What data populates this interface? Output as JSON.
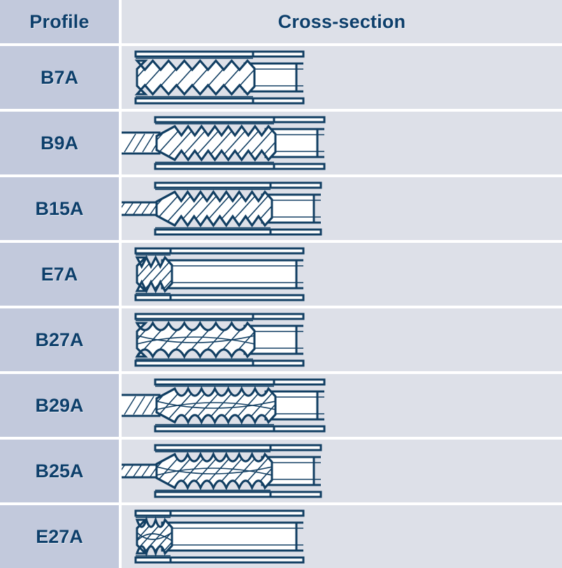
{
  "table": {
    "columns": [
      {
        "key": "profile",
        "label": "Profile"
      },
      {
        "key": "cross_section",
        "label": "Cross-section"
      }
    ],
    "rows": [
      {
        "profile": "B7A",
        "cross_section": {
          "icon": "broach-cross-section-b7a",
          "tooth_style": "v-notch",
          "teeth": 7,
          "lead_in": "none",
          "shank_left": "none",
          "body_start": 22,
          "body_end": 180,
          "shank_end": 250
        }
      },
      {
        "profile": "B9A",
        "cross_section": {
          "icon": "broach-cross-section-b9a",
          "tooth_style": "v-notch",
          "teeth": 7,
          "lead_in": "taper",
          "shank_left": "thick-hatched",
          "body_start": 50,
          "body_end": 210,
          "shank_end": 280
        }
      },
      {
        "profile": "B15A",
        "cross_section": {
          "icon": "broach-cross-section-b15a",
          "tooth_style": "v-notch",
          "teeth": 7,
          "lead_in": "taper",
          "shank_left": "thin-pin",
          "body_start": 50,
          "body_end": 205,
          "shank_end": 275
        }
      },
      {
        "profile": "E7A",
        "cross_section": {
          "icon": "broach-cross-section-e7a",
          "tooth_style": "v-notch",
          "teeth": 3,
          "lead_in": "none",
          "shank_left": "none",
          "body_start": 22,
          "body_end": 62,
          "shank_end": 250
        }
      },
      {
        "profile": "B27A",
        "cross_section": {
          "icon": "broach-cross-section-b27a",
          "tooth_style": "scallop",
          "teeth": 7,
          "lead_in": "none",
          "shank_left": "none",
          "body_start": 22,
          "body_end": 180,
          "shank_end": 250
        }
      },
      {
        "profile": "B29A",
        "cross_section": {
          "icon": "broach-cross-section-b29a",
          "tooth_style": "scallop",
          "teeth": 7,
          "lead_in": "taper",
          "shank_left": "thick-hatched",
          "body_start": 50,
          "body_end": 210,
          "shank_end": 280
        }
      },
      {
        "profile": "B25A",
        "cross_section": {
          "icon": "broach-cross-section-b25a",
          "tooth_style": "scallop",
          "teeth": 7,
          "lead_in": "taper",
          "shank_left": "thin-pin",
          "body_start": 50,
          "body_end": 205,
          "shank_end": 275
        }
      },
      {
        "profile": "E27A",
        "cross_section": {
          "icon": "broach-cross-section-e27a",
          "tooth_style": "scallop",
          "teeth": 3,
          "lead_in": "none",
          "shank_left": "none",
          "body_start": 22,
          "body_end": 62,
          "shank_end": 250
        }
      }
    ]
  },
  "colors": {
    "profile_cell_bg": "#c2c9dc",
    "cross_cell_bg": "#dde0e8",
    "text": "#0d3f6b",
    "line": "#123f63",
    "fill": "#ffffff",
    "grid": "#ffffff"
  }
}
